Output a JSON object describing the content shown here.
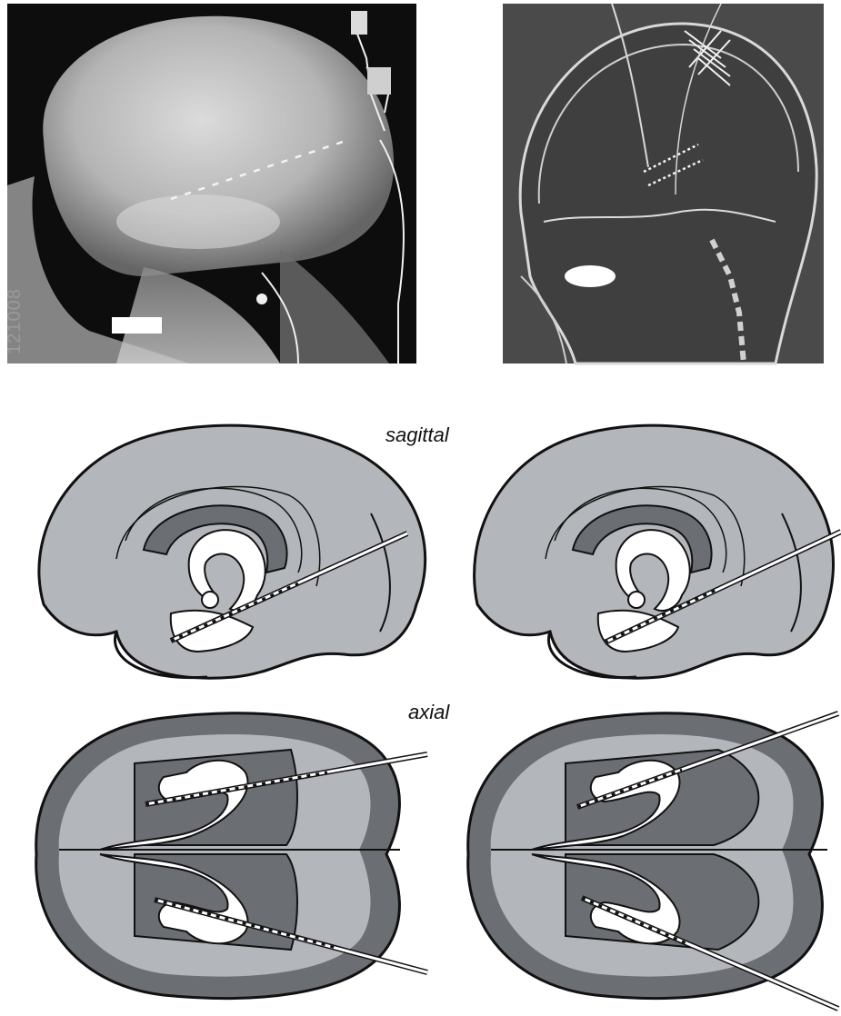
{
  "labels": {
    "sagittal": "sagittal",
    "axial": "axial"
  },
  "xray_left": {
    "film_number": "121008"
  },
  "colors": {
    "brain_light": "#b3b6ba",
    "brain_dark": "#6b6e72",
    "outline": "#111111",
    "ventricle": "#ffffff",
    "xray_bg": "#0d0d0d",
    "ct_bg": "#4a4a4a"
  }
}
